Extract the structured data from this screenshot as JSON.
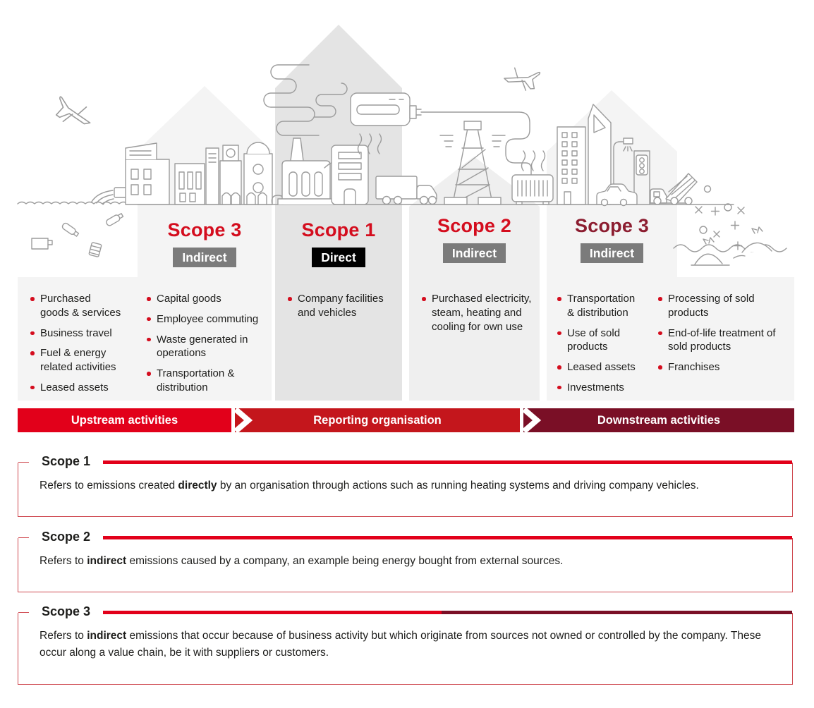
{
  "colors": {
    "bright_red": "#e2001a",
    "title_red": "#d40d1e",
    "medium_red": "#c4161c",
    "maroon": "#7a0f26",
    "maroon_title": "#8c1d30",
    "badge_gray": "#7b7b7b",
    "badge_black": "#000000",
    "panel_light": "#f4f4f4",
    "panel_dark": "#e4e4e4",
    "panel_mid": "#efefef",
    "line_art_gray": "#9c9c9c",
    "text": "#1d1d1b",
    "box_border": "#cf4950"
  },
  "columns": [
    {
      "title": "Scope 3",
      "badge": "Indirect",
      "title_color": "#d40d1e",
      "badge_color": "#7b7b7b",
      "lists": [
        [
          "Purchased goods & services",
          "Business travel",
          "Fuel & energy related activities",
          "Leased assets"
        ],
        [
          "Capital goods",
          "Employee commuting",
          "Waste generated in operations",
          "Transportation & distribution"
        ]
      ]
    },
    {
      "title": "Scope 1",
      "badge": "Direct",
      "title_color": "#d40d1e",
      "badge_color": "#000000",
      "lists": [
        [
          "Company facilities and vehicles"
        ]
      ]
    },
    {
      "title": "Scope 2",
      "badge": "Indirect",
      "title_color": "#d40d1e",
      "badge_color": "#7b7b7b",
      "lists": [
        [
          "Purchased electricity, steam, heating and cooling for own use"
        ]
      ]
    },
    {
      "title": "Scope 3",
      "badge": "Indirect",
      "title_color": "#8c1d30",
      "badge_color": "#7b7b7b",
      "lists": [
        [
          "Transportation & distribution",
          "Use of sold products",
          "Leased assets",
          "Investments"
        ],
        [
          "Processing of sold products",
          "End-of-life treatment of sold products",
          "Franchises"
        ]
      ]
    }
  ],
  "banner": {
    "segments": [
      {
        "label": "Upstream activities",
        "color": "#e2001a"
      },
      {
        "label": "Reporting organisation",
        "color": "#c4161c"
      },
      {
        "label": "Downstream activities",
        "color": "#7a0f26"
      }
    ]
  },
  "info_boxes": [
    {
      "title": "Scope 1",
      "text": [
        {
          "t": "Refers to emissions created "
        },
        {
          "t": "directly",
          "b": true
        },
        {
          "t": " by an organisation through actions such as running heating systems and driving company vehicles."
        }
      ]
    },
    {
      "title": "Scope 2",
      "text": [
        {
          "t": "Refers to "
        },
        {
          "t": "indirect",
          "b": true
        },
        {
          "t": " emissions caused by a company, an example being energy bought from external sources."
        }
      ]
    },
    {
      "title": "Scope 3",
      "text": [
        {
          "t": "Refers to "
        },
        {
          "t": "indirect",
          "b": true
        },
        {
          "t": " emissions that occur because of business activity but which originate from sources not owned or controlled by the company. These occur along a value chain, be it with suppliers or customers."
        }
      ]
    }
  ],
  "illustration": {
    "icons": [
      "airplane-icon",
      "water-waves-icon",
      "wastewater-pipe-icon",
      "trash-icon",
      "city-buildings-icon",
      "factory-icon",
      "smoke-icon",
      "air-conditioner-plug-icon",
      "heat-waves-icon",
      "delivery-truck-icon",
      "power-pylon-icon",
      "transformer-icon",
      "skyscraper-icon",
      "street-lamp-icon",
      "traffic-light-icon",
      "car-icon",
      "dump-truck-icon",
      "beach-litter-icon",
      "sparkle-marks-icon"
    ]
  }
}
